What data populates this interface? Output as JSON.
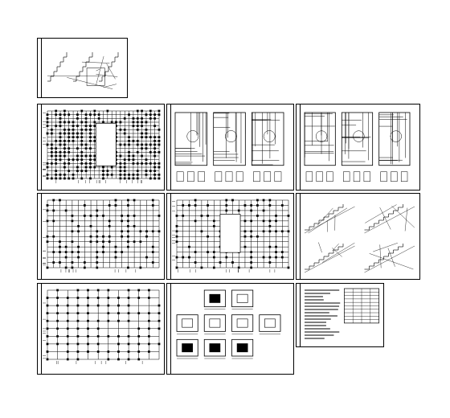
{
  "title": "",
  "sheets": [
    {
      "id": "s00",
      "kind": "stair-details"
    },
    {
      "id": "s01",
      "kind": "dense-grid-plan"
    },
    {
      "id": "s02",
      "kind": "floor-plans-triple"
    },
    {
      "id": "s03",
      "kind": "floor-plans-triple"
    },
    {
      "id": "s04",
      "kind": "grid-plan"
    },
    {
      "id": "s05",
      "kind": "grid-plan"
    },
    {
      "id": "s06",
      "kind": "sections"
    },
    {
      "id": "s07",
      "kind": "foundation-grid"
    },
    {
      "id": "s08",
      "kind": "detail-blocks"
    },
    {
      "id": "s09",
      "kind": "notes-table"
    }
  ],
  "colors": {
    "ink": "#000000",
    "paper": "#ffffff"
  }
}
